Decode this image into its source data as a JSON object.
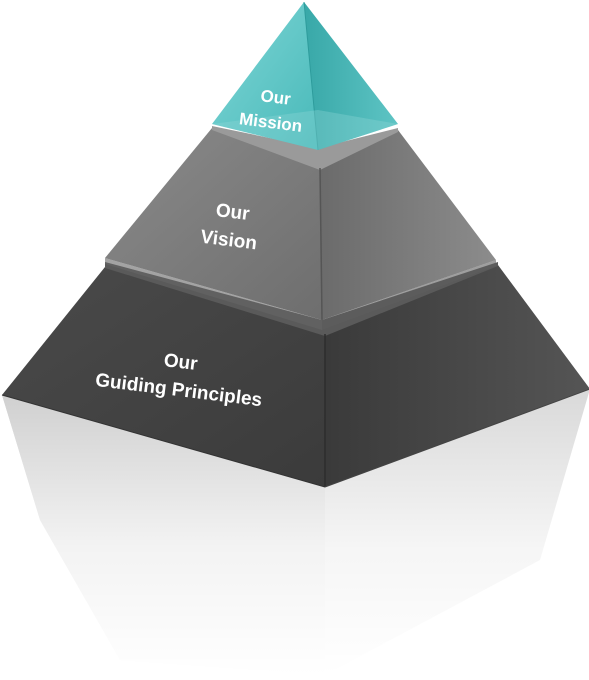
{
  "pyramid": {
    "tiers": [
      {
        "lines": [
          "Our",
          "Mission"
        ],
        "color": "#3fb6b6"
      },
      {
        "lines": [
          "Our",
          "Vision"
        ],
        "color": "#7a7a7a"
      },
      {
        "lines": [
          "Our",
          "Guiding Principles"
        ],
        "color": "#4b4b4b"
      }
    ],
    "background": "#ffffff"
  }
}
